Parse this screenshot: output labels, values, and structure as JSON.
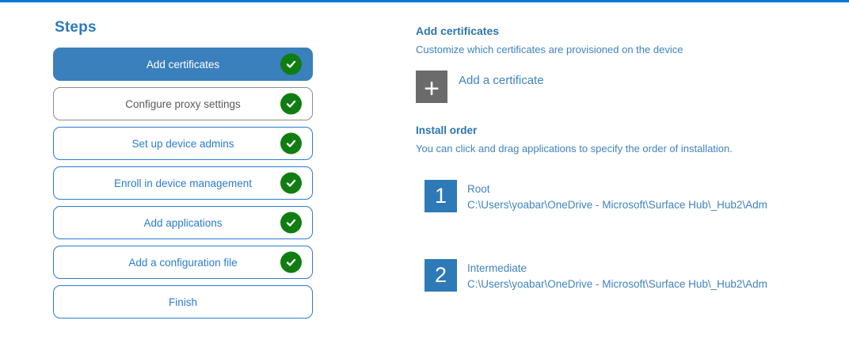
{
  "colors": {
    "top_line": "#0079d6",
    "active_step_fill": "#3a80bc",
    "step_border_blue": "#2b7cd3",
    "muted_step_border": "#8c8c8c",
    "muted_step_text": "#595959",
    "check_green": "#0f7d10",
    "heading_blue": "#2e74ad",
    "body_blue": "#4083c0",
    "order_square_blue": "#2e7ab8",
    "plus_square_gray": "#6b6b6b"
  },
  "sidebar": {
    "title": "Steps",
    "steps": [
      {
        "label": "Add certificates",
        "completed": true,
        "active": true
      },
      {
        "label": "Configure proxy settings",
        "completed": true,
        "active": false
      },
      {
        "label": "Set up device admins",
        "completed": true,
        "active": false
      },
      {
        "label": "Enroll in device management",
        "completed": true,
        "active": false
      },
      {
        "label": "Add applications",
        "completed": true,
        "active": false
      },
      {
        "label": "Add a configuration file",
        "completed": true,
        "active": false
      },
      {
        "label": "Finish",
        "completed": false,
        "active": false
      }
    ]
  },
  "main": {
    "section_title": "Add certificates",
    "section_subtitle": "Customize which certificates are provisioned on the device",
    "add_button": {
      "icon": "+",
      "label": "Add a certificate"
    },
    "install_order": {
      "title": "Install order",
      "hint": "You can click and drag applications to specify the order of installation.",
      "items": [
        {
          "order": "1",
          "name": "Root",
          "path": "C:\\Users\\yoabar\\OneDrive - Microsoft\\Surface Hub\\_Hub2\\Adm"
        },
        {
          "order": "2",
          "name": "Intermediate",
          "path": "C:\\Users\\yoabar\\OneDrive - Microsoft\\Surface Hub\\_Hub2\\Adm"
        }
      ]
    }
  }
}
